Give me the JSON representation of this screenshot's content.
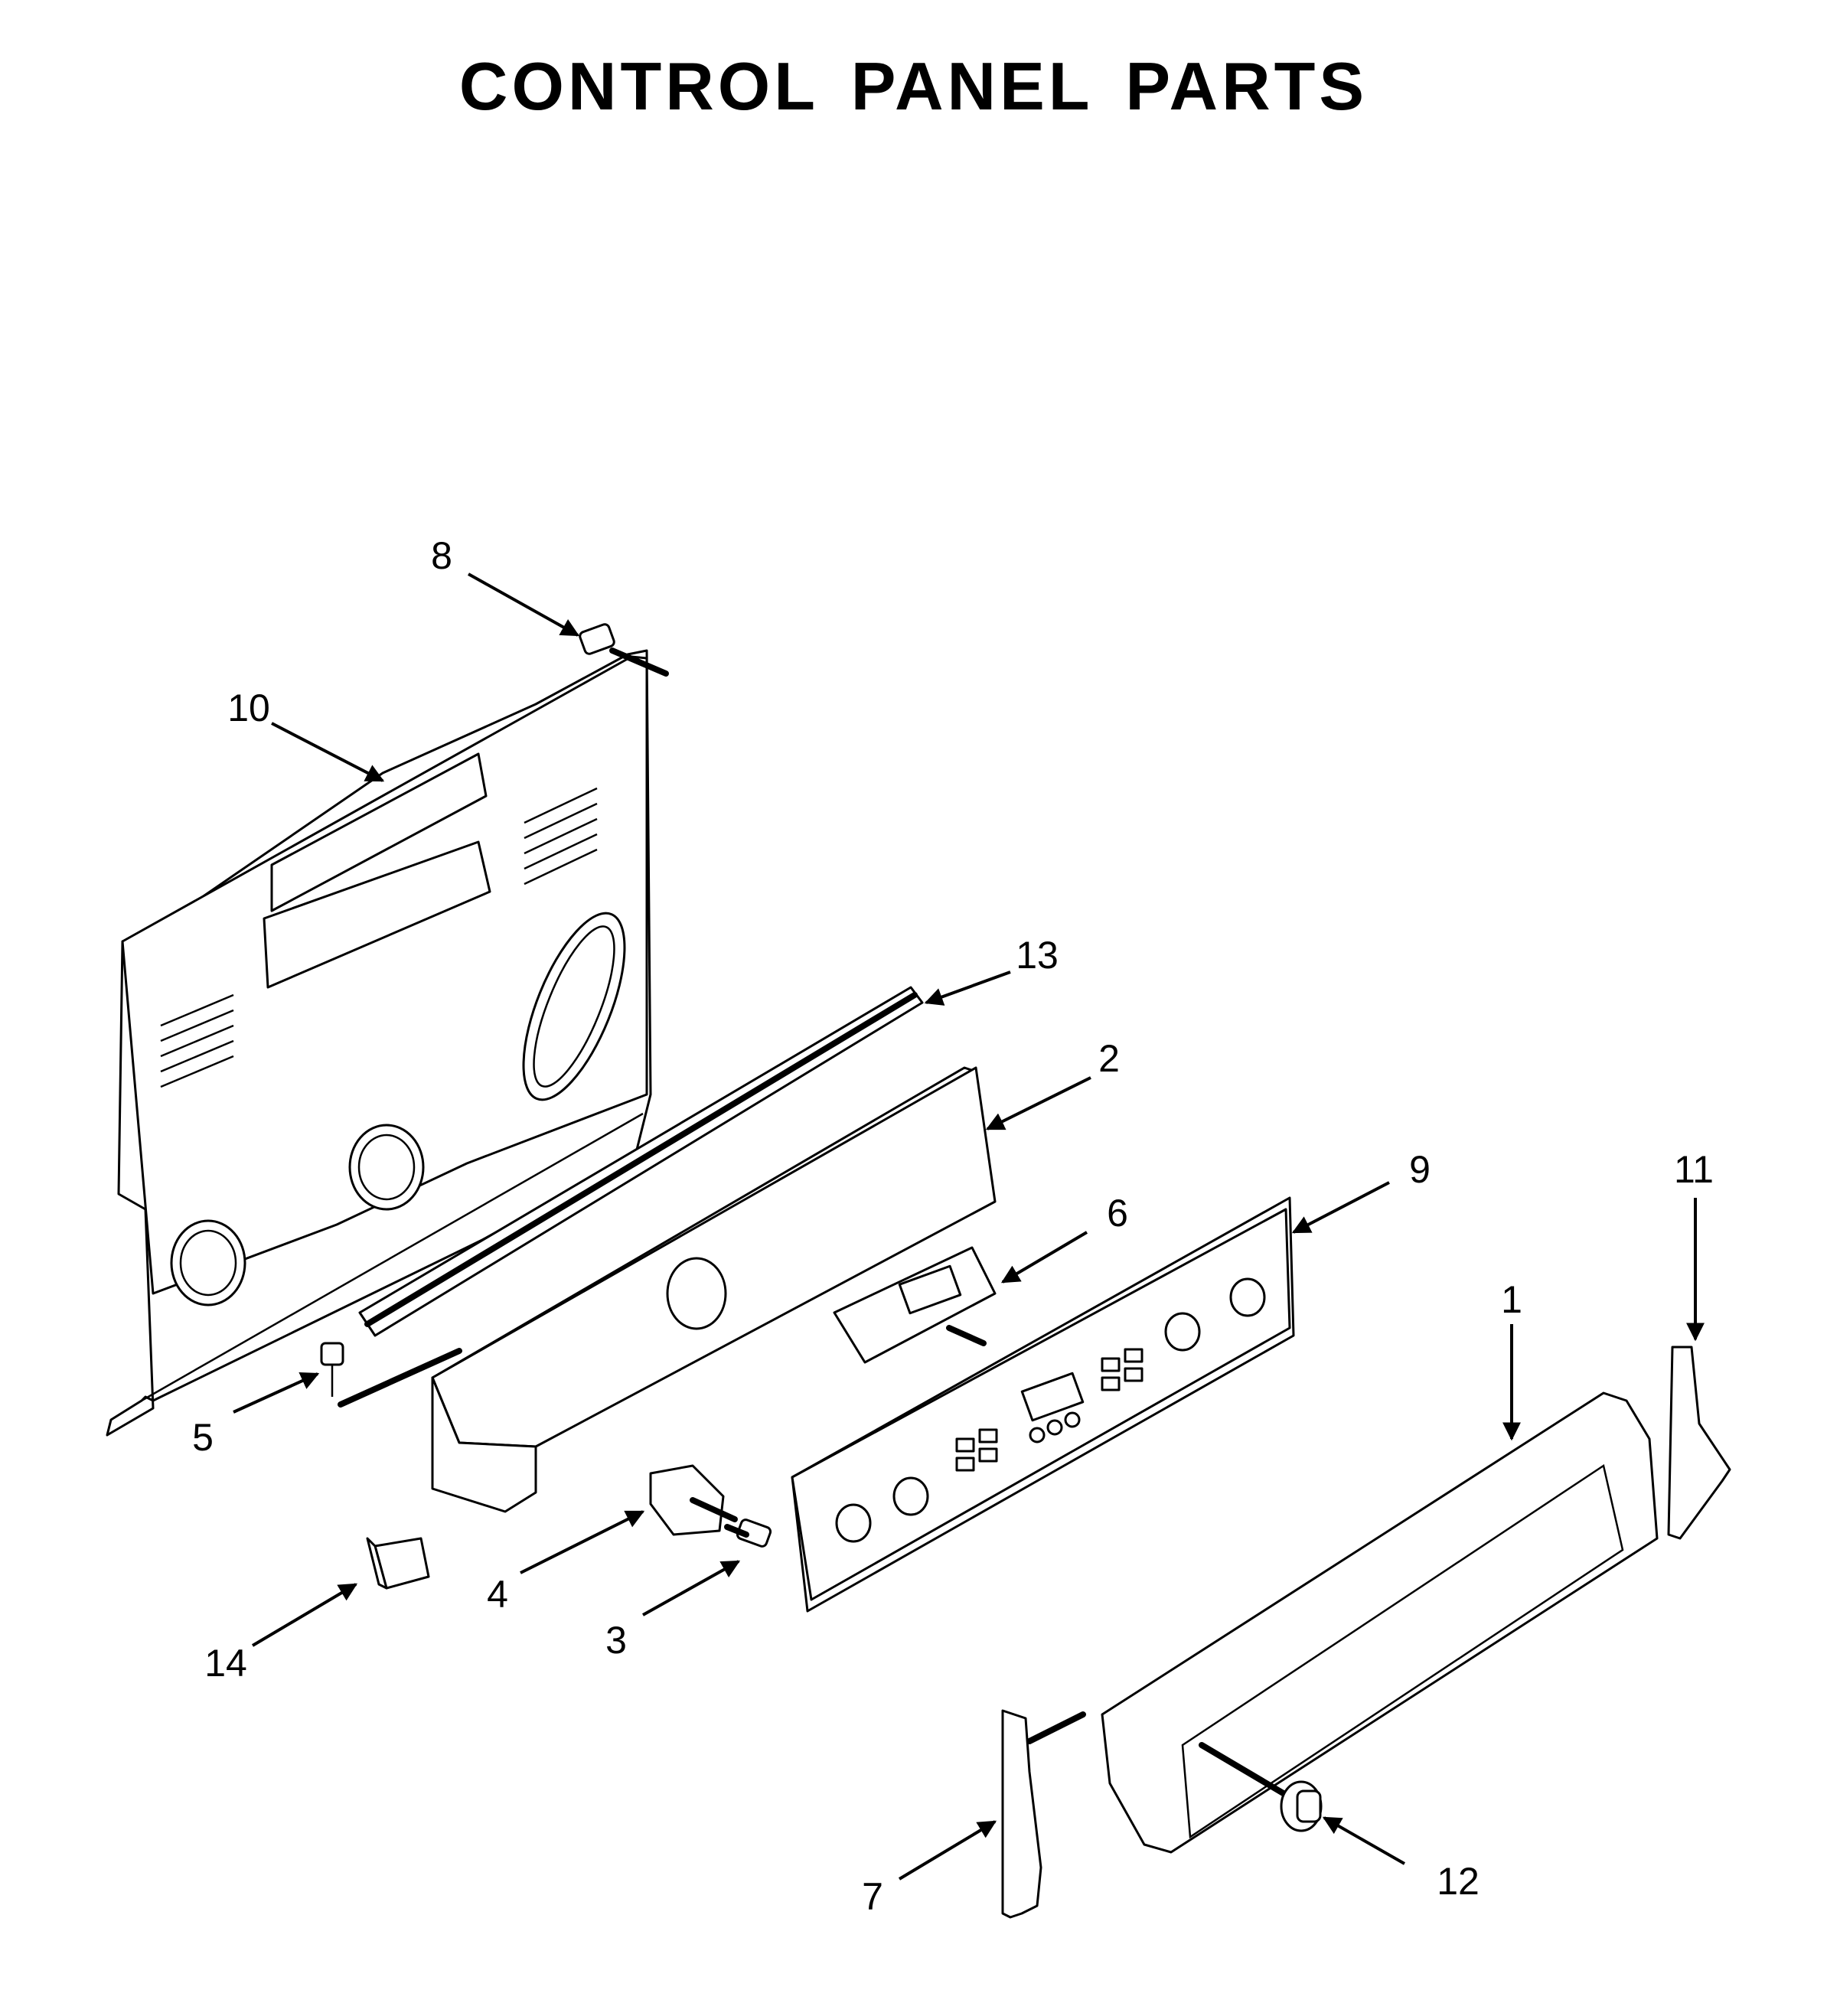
{
  "title": "CONTROL PANEL PARTS",
  "callouts": [
    {
      "id": "1",
      "text": "1"
    },
    {
      "id": "2",
      "text": "2"
    },
    {
      "id": "3",
      "text": "3"
    },
    {
      "id": "4",
      "text": "4"
    },
    {
      "id": "5",
      "text": "5"
    },
    {
      "id": "6",
      "text": "6"
    },
    {
      "id": "7",
      "text": "7"
    },
    {
      "id": "8",
      "text": "8"
    },
    {
      "id": "9",
      "text": "9"
    },
    {
      "id": "10",
      "text": "10"
    },
    {
      "id": "11",
      "text": "11"
    },
    {
      "id": "12",
      "text": "12"
    },
    {
      "id": "13",
      "text": "13"
    },
    {
      "id": "14",
      "text": "14"
    }
  ]
}
